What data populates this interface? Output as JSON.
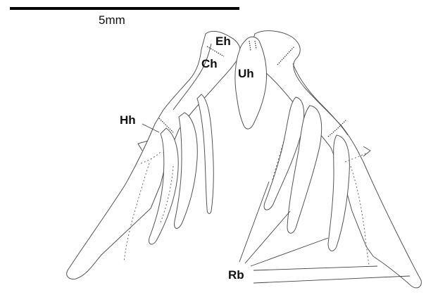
{
  "scale_bar": {
    "label": "5mm"
  },
  "labels": {
    "eh": "Eh",
    "ch": "Ch",
    "uh": "Uh",
    "hh": "Hh",
    "rb": "Rb"
  }
}
